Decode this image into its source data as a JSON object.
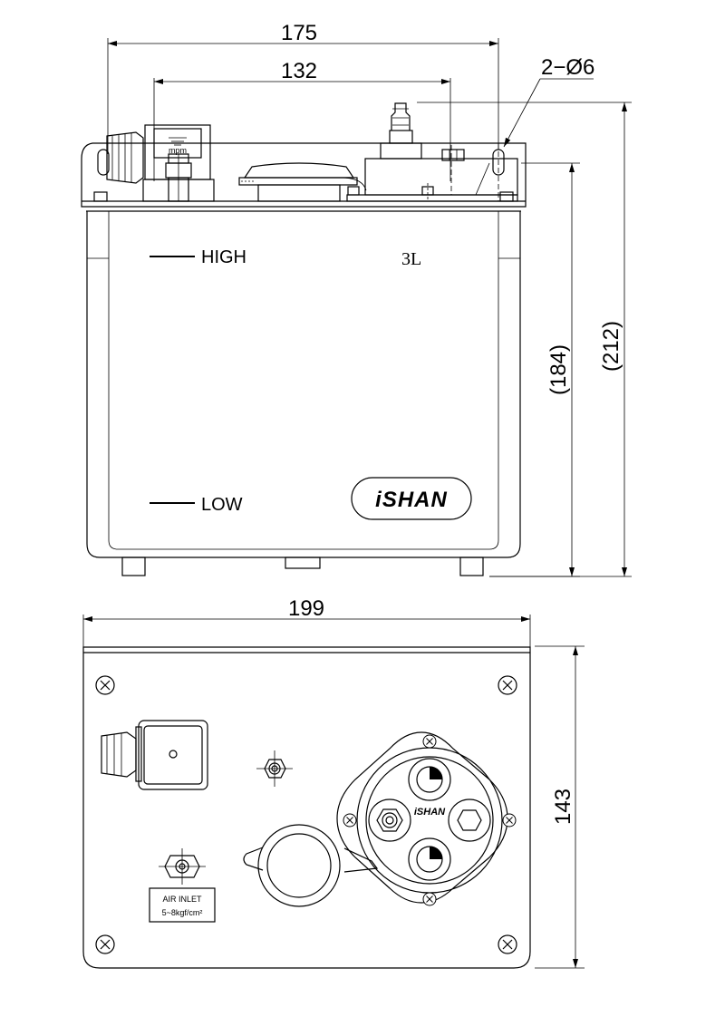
{
  "front_view": {
    "dim_width_total": "175",
    "dim_width_mount": "132",
    "dim_hole": "2−Ø6",
    "dim_height_body": "(184)",
    "dim_height_total": "(212)",
    "label_high": "HIGH",
    "label_low": "LOW",
    "capacity": "3L",
    "brand": "iSHAN",
    "connector_mark": "mpm"
  },
  "top_view": {
    "dim_width": "199",
    "dim_depth": "143",
    "air_inlet_label": "AIR INLET",
    "air_pressure": "5~8kgf/cm²",
    "center_brand": "iSHAN"
  }
}
